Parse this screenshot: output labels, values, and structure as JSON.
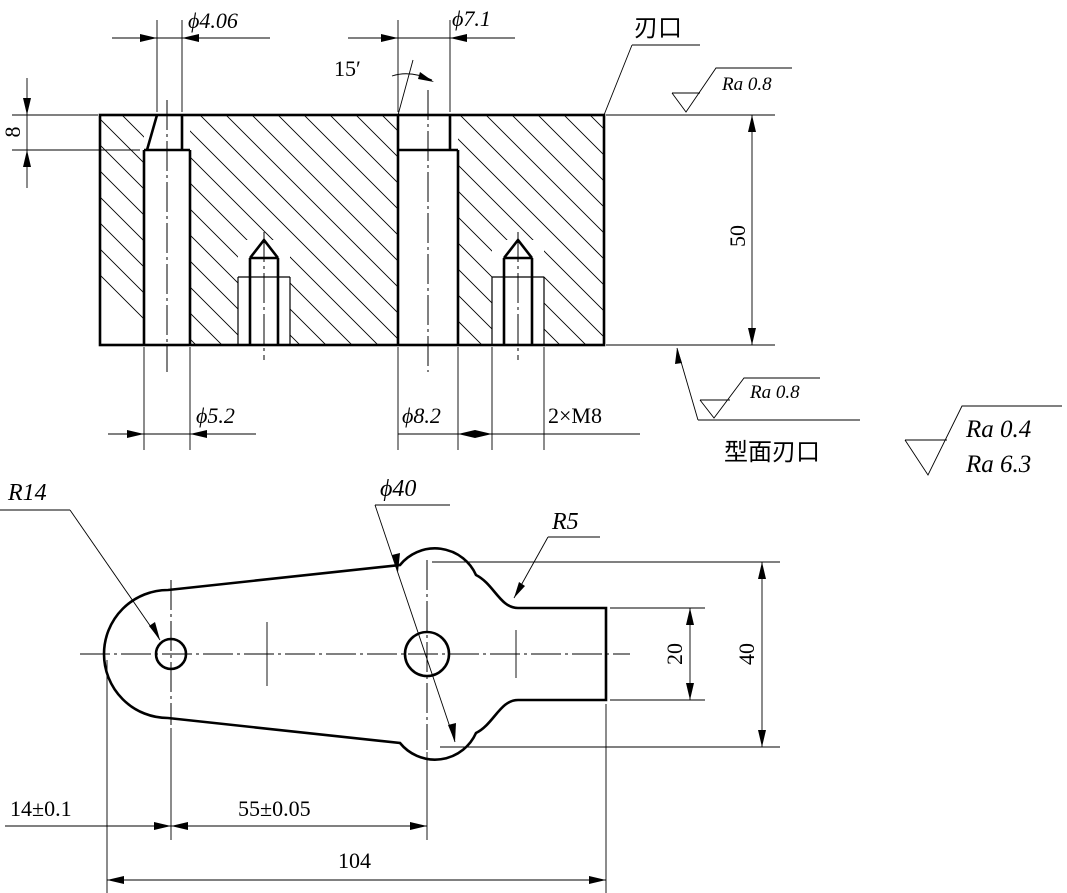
{
  "section_view": {
    "dims": {
      "d_small_top": "ϕ4.06",
      "d_large_top": "ϕ7.1",
      "angle": "15′",
      "depth": "8",
      "height": "50",
      "d_small_bottom": "ϕ5.2",
      "d_large_bottom": "ϕ8.2",
      "threads": "2×M8"
    },
    "labels": {
      "cutting_edge": "刃口",
      "roughness_top": "Ra 0.8",
      "roughness_bottom": "Ra 0.8",
      "profile_note": "型面刃口"
    },
    "roughness_note": {
      "line1": "Ra 0.4",
      "line2": "Ra 6.3"
    }
  },
  "plan_view": {
    "dims": {
      "r_left": "R14",
      "d_center": "ϕ40",
      "r_fillet": "R5",
      "width_tab": "20",
      "width_total": "40",
      "pos_1": "14±0.1",
      "pos_2": "55±0.05",
      "length_total": "104"
    }
  },
  "colors": {
    "ink": "#000000",
    "paper": "#ffffff"
  }
}
